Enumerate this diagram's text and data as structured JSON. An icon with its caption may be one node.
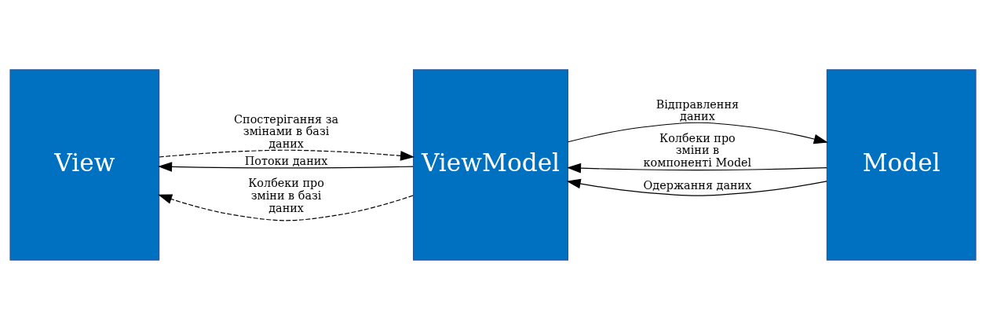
{
  "diagram": {
    "nodes": [
      {
        "text": [
          "View"
        ]
      },
      {
        "text": [
          "ViewModel"
        ]
      },
      {
        "text": [
          "Model"
        ]
      }
    ],
    "edges": [
      {
        "from": 0,
        "to": 1,
        "arrow": "to",
        "label": "Спостерігання за змінами в базі даних",
        "style": "dashed"
      },
      {
        "from": 2,
        "to": 1,
        "arrow": "to",
        "label": "Колбеки про зміни в компоненті Model"
      },
      {
        "from": 1,
        "to": 2,
        "arrow": "to",
        "label": "Відправлення даних"
      },
      {
        "from": 1,
        "to": 0,
        "arrow": "to",
        "label": "Потоки даних"
      },
      {
        "from": 2,
        "to": 1,
        "arrow": "to",
        "label": "Одержання даних"
      },
      {
        "from": 1,
        "to": 0,
        "arrow": "to",
        "label": "Колбеки про зміни в базі даних",
        "style": "dashed"
      }
    ]
  }
}
